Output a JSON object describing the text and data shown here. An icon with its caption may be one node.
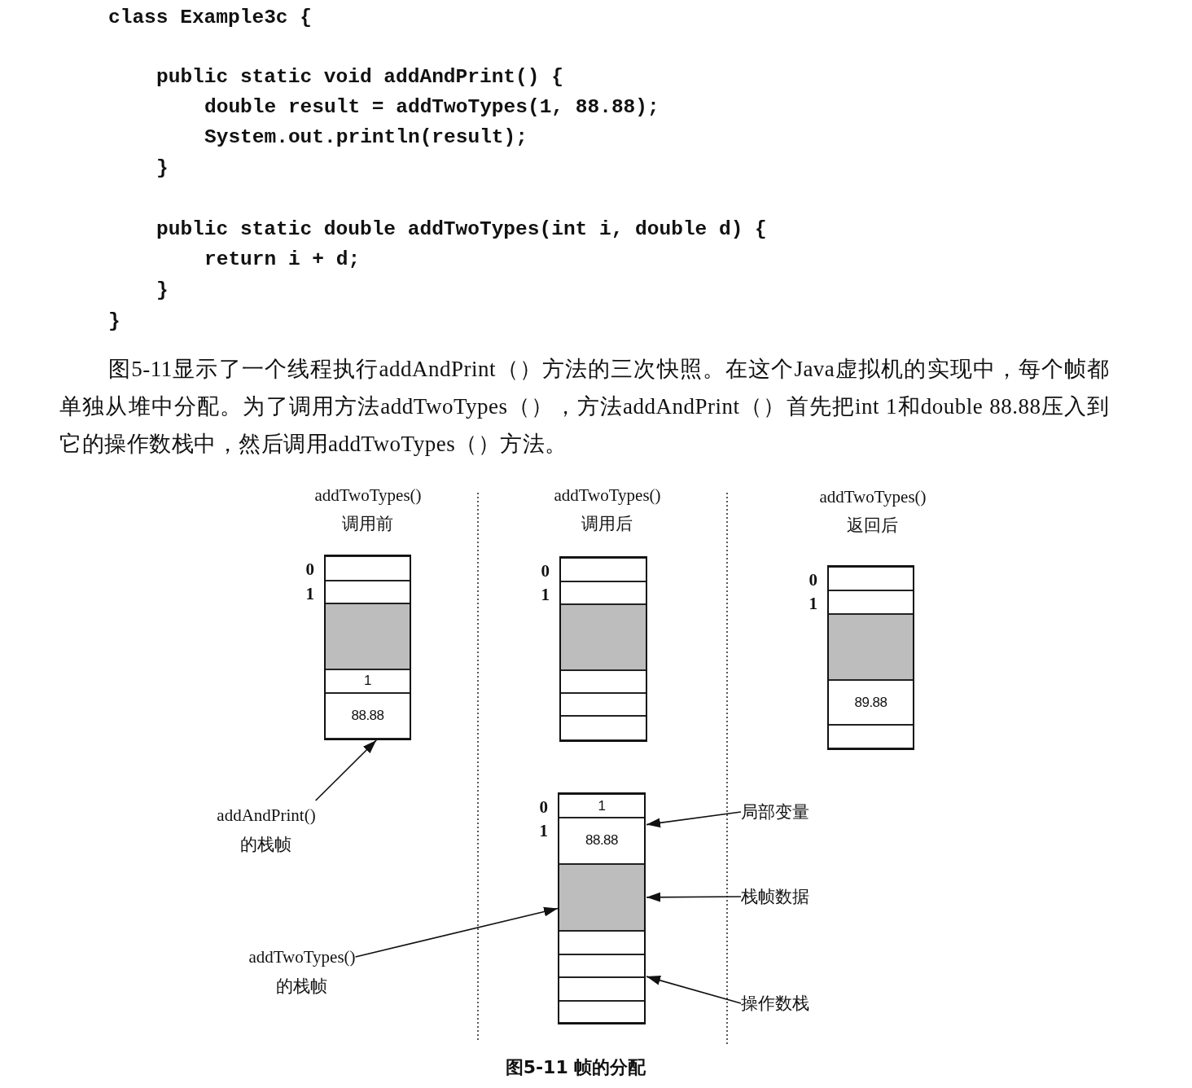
{
  "diagram": {
    "caption": "图5-11 帧的分配",
    "nodes": [
      {
        "text": [],
        "shape": "box"
      },
      {
        "text": [],
        "shape": "box",
        "in": 0,
        "beside": [
          "0"
        ]
      },
      {
        "text": [],
        "shape": "box",
        "in": 0,
        "beside": [
          "1"
        ]
      },
      {
        "text": [],
        "shape": "box",
        "in": 0
      },
      {
        "text": [
          "1"
        ],
        "in": 0
      },
      {
        "text": [
          "88.88"
        ],
        "in": 0
      },
      {
        "text": [],
        "shape": "box"
      },
      {
        "text": [],
        "shape": "box",
        "in": 6,
        "beside": [
          "0"
        ]
      },
      {
        "text": [],
        "shape": "box",
        "in": 6,
        "beside": [
          "1"
        ]
      },
      {
        "text": [],
        "shape": "box",
        "in": 6
      },
      {
        "text": [],
        "shape": "box",
        "in": 6
      },
      {
        "text": [],
        "shape": "box",
        "in": 6
      },
      {
        "text": [],
        "shape": "box",
        "in": 6
      },
      {
        "text": [],
        "shape": "box"
      },
      {
        "text": [],
        "shape": "box",
        "in": 13,
        "beside": [
          "0"
        ]
      },
      {
        "text": [],
        "shape": "box",
        "in": 13,
        "beside": [
          "1"
        ]
      },
      {
        "text": [],
        "shape": "box",
        "in": 13
      },
      {
        "text": [
          "89.88"
        ],
        "in": 13
      },
      {
        "text": [],
        "shape": "box",
        "in": 13
      },
      {
        "text": [
          "addAndPrint() 的栈帧"
        ]
      },
      {
        "text": [],
        "shape": "box"
      },
      {
        "text": [
          "1"
        ],
        "in": 20,
        "beside": [
          "0"
        ]
      },
      {
        "text": [
          "88.88"
        ],
        "in": 20,
        "beside": [
          "1"
        ]
      },
      {
        "text": [],
        "shape": "box",
        "in": 20
      },
      {
        "text": [],
        "shape": "box",
        "in": 20
      },
      {
        "text": [],
        "shape": "box",
        "in": 20
      },
      {
        "text": [],
        "shape": "box",
        "in": 20
      },
      {
        "text": [],
        "shape": "box",
        "in": 20
      },
      {
        "text": [
          "局部变量"
        ]
      },
      {
        "text": [
          "栈帧数据"
        ]
      },
      {
        "text": [
          "addTwoTypes() 的栈帧"
        ]
      },
      {
        "text": [
          "操作数栈"
        ]
      }
    ],
    "edges": [
      {
        "from": 19,
        "to": 0,
        "arrow": "to"
      },
      {
        "from": 30,
        "to": 20,
        "arrow": "to"
      },
      {
        "from": 28,
        "to": 22,
        "arrow": "to"
      },
      {
        "from": 29,
        "to": 23,
        "arrow": "to"
      },
      {
        "from": 31,
        "to": 25,
        "arrow": "to"
      }
    ],
    "labels": [
      "class Example3c {",
      "public static void addAndPrint() {",
      "double result = addTwoTypes(1, 88.88);",
      "System.out.println(result);",
      "}",
      "public static double addTwoTypes(int i, double d) {",
      "return i + d;",
      "}",
      "}",
      "图5-11显示了一个线程执行addAndPrint（）方法的三次快照。在这个Java虚拟机的实现中，每个帧都单独从堆中分配。为了调用方法addTwoTypes（），方法addAndPrint（）首先把int 1和double 88.88压入到它的操作数栈中，然后调用addTwoTypes（）方法。",
      "addTwoTypes() 调用前",
      "addTwoTypes() 调用后",
      "addTwoTypes() 返回后"
    ]
  }
}
